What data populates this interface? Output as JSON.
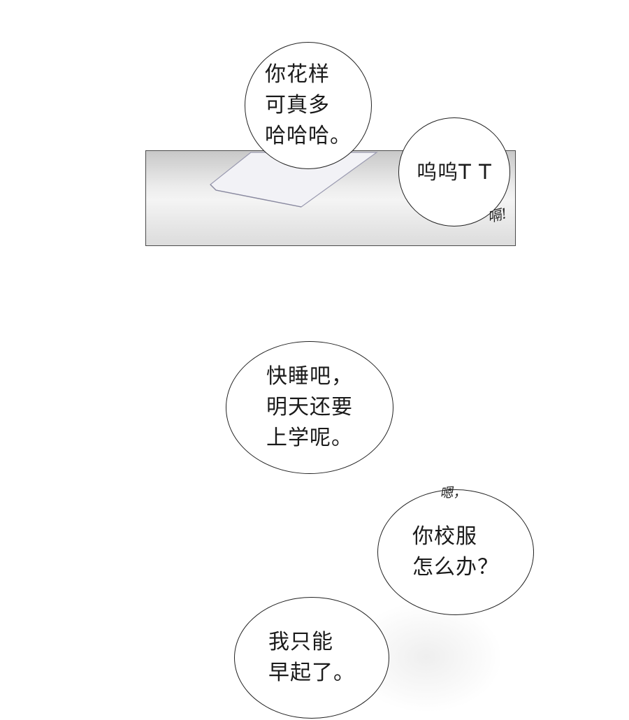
{
  "bubbles": {
    "b1": "你花样\n可真多\n哈哈哈。",
    "b2": "呜呜T T",
    "b3": "快睡吧，\n明天还要\n上学呢。",
    "b4": "你校服\n怎么办？",
    "b5": "我只能\n早起了。"
  },
  "sfx": {
    "s1": "嗝!",
    "s2": "嗯，"
  },
  "colors": {
    "outline": "#222222",
    "panel_border": "#4a4a4a",
    "paper_edge": "#9a9ab0"
  }
}
